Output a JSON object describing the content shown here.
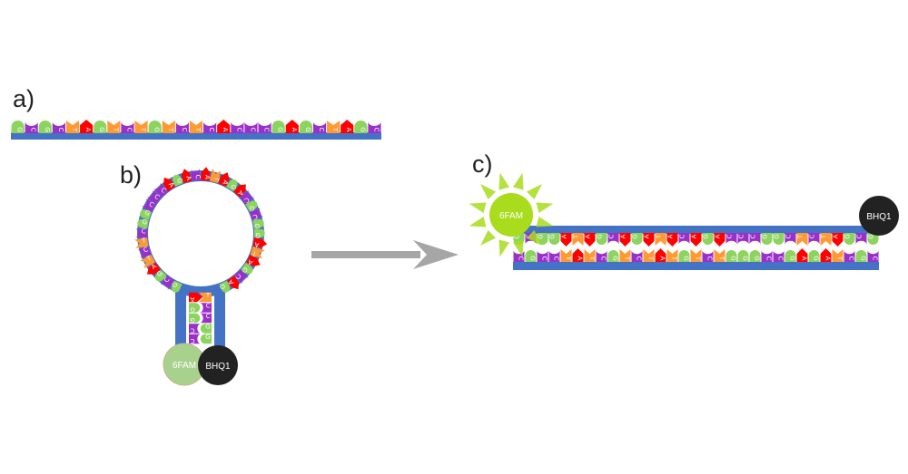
{
  "panels": {
    "a": {
      "label": "a)"
    },
    "b": {
      "label": "b)"
    },
    "c": {
      "label": "c)"
    }
  },
  "labels": {
    "fluorophore": "6FAM",
    "quencher": "BHQ1"
  },
  "sequences": {
    "a_strand": "GCGCTAGTCTGTCTCACCCGAGCTAGC",
    "c_top": "GCGGATAGCAGATACAGACCCGGCTCTAGCG",
    "c_bottom": "CGCCTATCGTCTATGTCTGGGCCGAGATCGC",
    "b_stem_left": "AGGCC",
    "b_stem_right": "TCCGG",
    "b_loop": "GCGATCTCGGCCCAGACATAGACGCGGATAGCAG"
  },
  "colors": {
    "backbone": "#4472c4",
    "A": "#ff0000",
    "C": "#9b30c8",
    "G": "#8dd35f",
    "T": "#ff9933",
    "fluorophore_quenched": "#a9d18e",
    "fluorophore_active": "#a8dc1c",
    "quencher": "#222222",
    "arrow": "#a6a6a6"
  },
  "icons": {
    "fluorophore": "sun-burst-icon",
    "arrow": "right-arrow-icon"
  }
}
